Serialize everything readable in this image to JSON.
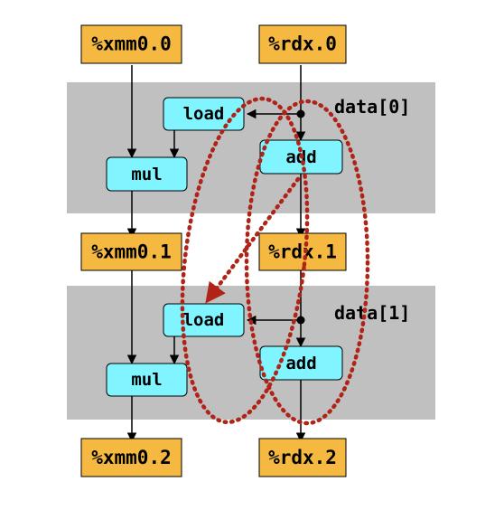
{
  "registers": {
    "xmm0_0": "%xmm0.0",
    "rdx_0": "%rdx.0",
    "xmm0_1": "%xmm0.1",
    "rdx_1": "%rdx.1",
    "xmm0_2": "%xmm0.2",
    "rdx_2": "%rdx.2"
  },
  "ops": {
    "load_0": "load",
    "add_0": "add",
    "mul_0": "mul",
    "load_1": "load",
    "add_1": "add",
    "mul_1": "mul"
  },
  "bands": {
    "band_0_label": "data[0]",
    "band_1_label": "data[1]"
  },
  "colors": {
    "register_fill": "#f5b942",
    "op_fill": "#80f5ff",
    "band_fill": "#c0c0c0",
    "highlight": "#b02418",
    "line": "#000000"
  }
}
